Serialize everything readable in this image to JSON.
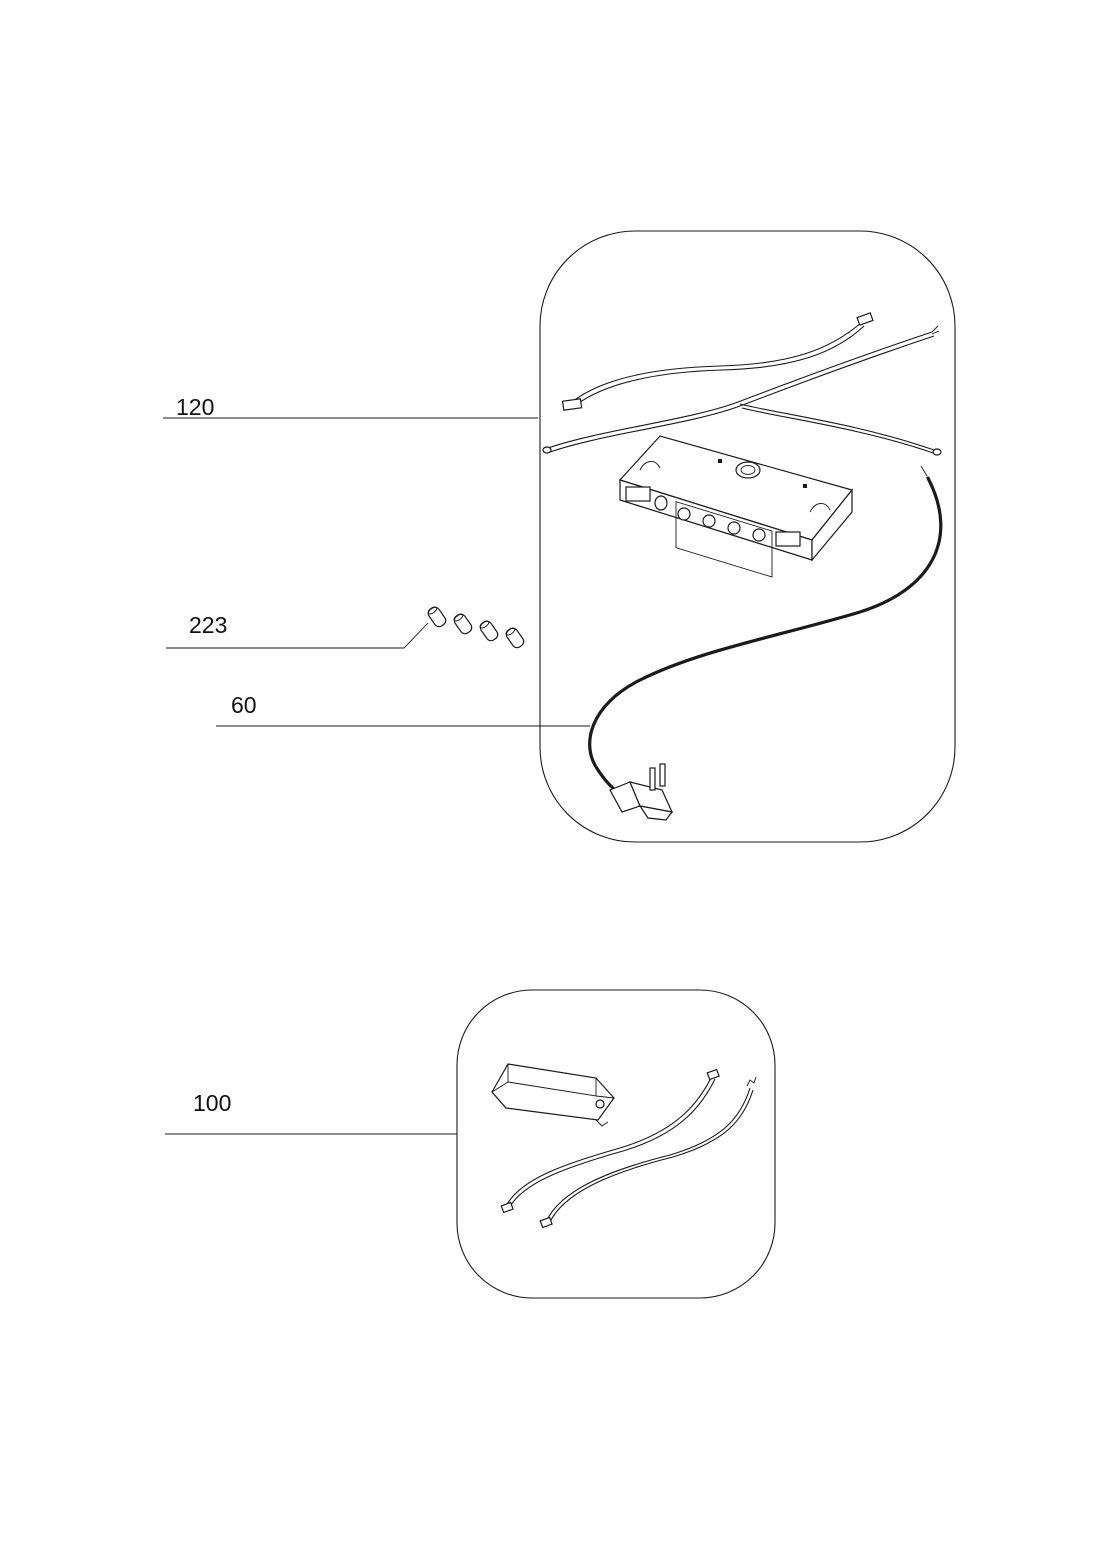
{
  "diagram": {
    "callouts": [
      {
        "id": "c120",
        "label": "120"
      },
      {
        "id": "c223",
        "label": "223"
      },
      {
        "id": "c60",
        "label": "60"
      },
      {
        "id": "c100",
        "label": "100"
      }
    ],
    "stroke_color": "#1a1a1a",
    "background_color": "#ffffff"
  }
}
